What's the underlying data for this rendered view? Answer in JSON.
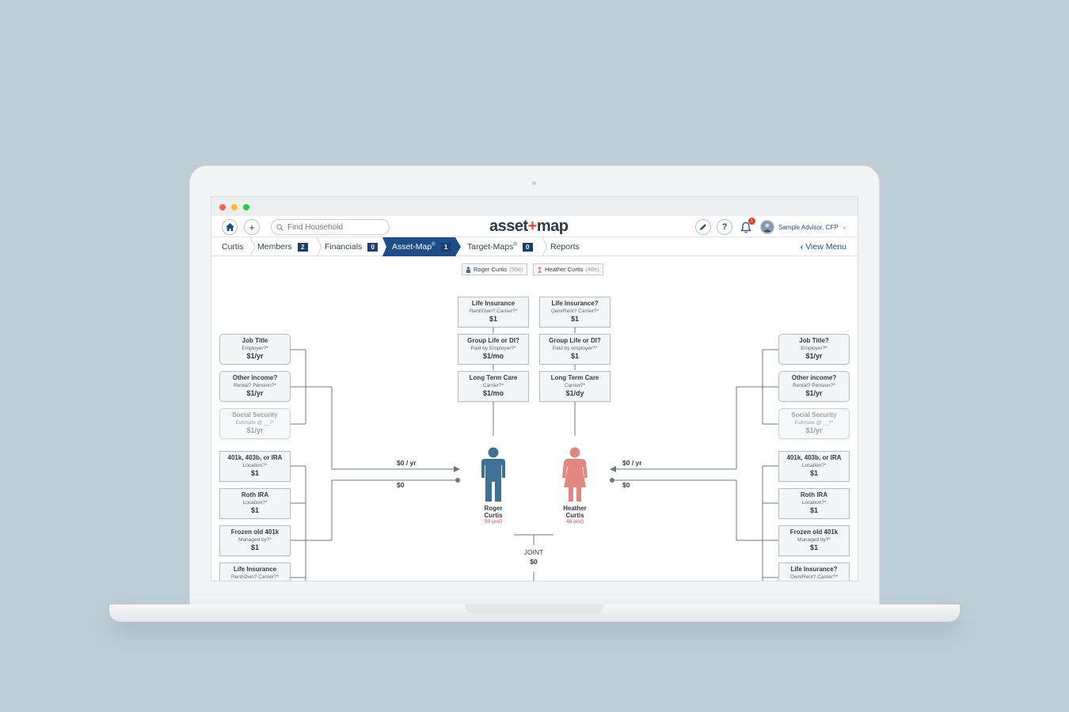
{
  "app": {
    "logo_left": "asset",
    "logo_plus": "+",
    "logo_right": "map"
  },
  "topbar": {
    "search_placeholder": "Find Household",
    "user_name": "Sample Advisor, CFP",
    "notification_count": "1"
  },
  "nav": {
    "household": "Curtis",
    "members": {
      "label": "Members",
      "count": "2"
    },
    "financials": {
      "label": "Financials",
      "count": "0"
    },
    "asset_map": {
      "label": "Asset-Map",
      "sup": "®",
      "count": "1"
    },
    "target_maps": {
      "label": "Target-Maps",
      "sup": "®",
      "count": "0"
    },
    "reports": "Reports",
    "view_menu": "View Menu"
  },
  "members": [
    {
      "name": "Roger Curtis",
      "age": "(50e)"
    },
    {
      "name": "Heather Curtis",
      "age": "(48e)"
    }
  ],
  "center_left_boxes": [
    {
      "title": "Life Insurance",
      "sub": "Rent/Own? Carrier?*",
      "value": "$1"
    },
    {
      "title": "Group Life or DI?",
      "sub": "Paid by Employer?*",
      "value": "$1/mo"
    },
    {
      "title": "Long Term Care",
      "sub": "Carrier?*",
      "value": "$1/mo"
    }
  ],
  "center_right_boxes": [
    {
      "title": "Life Insurance?",
      "sub": "Own/Rent? Carrier?*",
      "value": "$1"
    },
    {
      "title": "Group Life or DI?",
      "sub": "Paid by employer?*",
      "value": "$1"
    },
    {
      "title": "Long Term Care",
      "sub": "Carrier?*",
      "value": "$1/dy"
    }
  ],
  "left_income": [
    {
      "title": "Job Title",
      "sub": "Employer?*",
      "value": "$1/yr"
    },
    {
      "title": "Other income?",
      "sub": "Rental? Pension?*",
      "value": "$1/yr"
    },
    {
      "title": "Social Security",
      "sub": "Estimate @ __?*",
      "value": "$1/yr"
    }
  ],
  "right_income": [
    {
      "title": "Job Title?",
      "sub": "Employer?*",
      "value": "$1/yr"
    },
    {
      "title": "Other income?",
      "sub": "Rental? Pension?*",
      "value": "$1/yr"
    },
    {
      "title": "Social Security",
      "sub": "Estimate @ __?*",
      "value": "$1/yr"
    }
  ],
  "left_assets": [
    {
      "title": "401k, 403b, or IRA",
      "sub": "Location?*",
      "value": "$1"
    },
    {
      "title": "Roth IRA",
      "sub": "Location?*",
      "value": "$1"
    },
    {
      "title": "Frozen old 401k",
      "sub": "Managed by?*",
      "value": "$1"
    },
    {
      "title": "Life Insurance",
      "sub": "Rent/Own? Carrier?*",
      "value": ""
    }
  ],
  "right_assets": [
    {
      "title": "401k, 403b, or IRA",
      "sub": "Location?*",
      "value": "$1"
    },
    {
      "title": "Roth IRA",
      "sub": "Location?*",
      "value": "$1"
    },
    {
      "title": "Frozen old 401k",
      "sub": "Managed by?*",
      "value": "$1"
    },
    {
      "title": "Life Insurance?",
      "sub": "Own/Rent? Carrier?*",
      "value": ""
    }
  ],
  "flows": {
    "left_income": "$0 / yr",
    "left_assets": "$0",
    "right_income": "$0 / yr",
    "right_assets": "$0"
  },
  "people": [
    {
      "first": "Roger",
      "last": "Curtis",
      "age": "50 (est)",
      "color": "#3d7196"
    },
    {
      "first": "Heather",
      "last": "Curtis",
      "age": "48 (est)",
      "color": "#e0887f"
    }
  ],
  "joint": {
    "label": "JOINT",
    "value": "$0"
  },
  "colors": {
    "brand_navy": "#1a3e6e",
    "accent_red": "#e8442f",
    "male": "#3d7196",
    "female": "#e0887f"
  }
}
